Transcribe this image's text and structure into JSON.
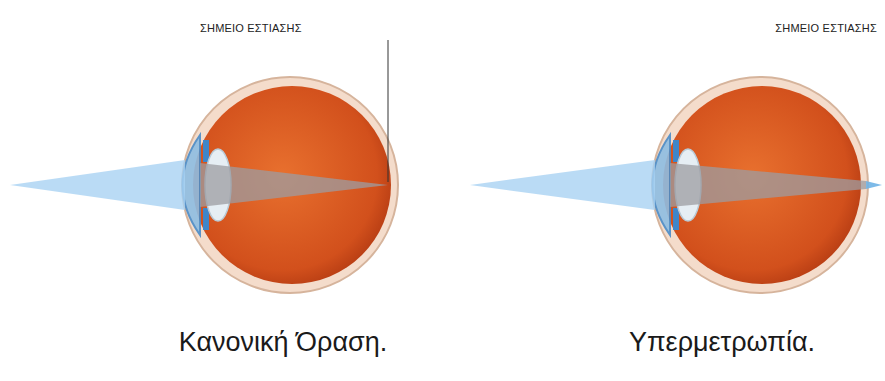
{
  "diagram": {
    "labels": [
      "ΣΗΜΕΙΟ ΕΣΤΙΑΣΗΣ",
      "ΣΗΜΕΙΟ ΕΣΤΙΑΣΗΣ",
      "Κανονική Όραση.",
      "Υπερμετρωπία."
    ]
  }
}
